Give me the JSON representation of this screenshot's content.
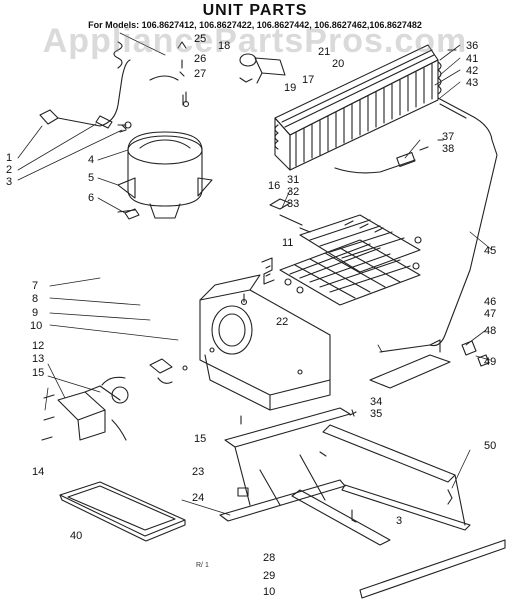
{
  "header": {
    "title": "UNIT PARTS",
    "models": "For Models: 106.8627412, 106.8627422, 106.8627442, 106.8627462,106.8627482"
  },
  "watermark": "AppliancePartsPros.com",
  "footer_mark": "R/ 1",
  "callouts": [
    {
      "id": "c1",
      "text": "1"
    },
    {
      "id": "c2",
      "text": "2"
    },
    {
      "id": "c3",
      "text": "3"
    },
    {
      "id": "c4",
      "text": "4"
    },
    {
      "id": "c5",
      "text": "5"
    },
    {
      "id": "c6",
      "text": "6"
    },
    {
      "id": "c7",
      "text": "7"
    },
    {
      "id": "c8",
      "text": "8"
    },
    {
      "id": "c9",
      "text": "9"
    },
    {
      "id": "c10a",
      "text": "10"
    },
    {
      "id": "c11",
      "text": "11"
    },
    {
      "id": "c12",
      "text": "12"
    },
    {
      "id": "c13",
      "text": "13"
    },
    {
      "id": "c14",
      "text": "14"
    },
    {
      "id": "c15a",
      "text": "15"
    },
    {
      "id": "c15b",
      "text": "15"
    },
    {
      "id": "c16",
      "text": "16"
    },
    {
      "id": "c17",
      "text": "17"
    },
    {
      "id": "c18",
      "text": "18"
    },
    {
      "id": "c19",
      "text": "19"
    },
    {
      "id": "c20",
      "text": "20"
    },
    {
      "id": "c21",
      "text": "21"
    },
    {
      "id": "c22",
      "text": "22"
    },
    {
      "id": "c23",
      "text": "23"
    },
    {
      "id": "c24",
      "text": "24"
    },
    {
      "id": "c25",
      "text": "25"
    },
    {
      "id": "c26",
      "text": "26"
    },
    {
      "id": "c27",
      "text": "27"
    },
    {
      "id": "c28",
      "text": "28"
    },
    {
      "id": "c29",
      "text": "29"
    },
    {
      "id": "c10b",
      "text": "10"
    },
    {
      "id": "c31",
      "text": "31"
    },
    {
      "id": "c32",
      "text": "32"
    },
    {
      "id": "c33",
      "text": "33"
    },
    {
      "id": "c34",
      "text": "34"
    },
    {
      "id": "c35",
      "text": "35"
    },
    {
      "id": "c36",
      "text": "36"
    },
    {
      "id": "c37",
      "text": "37"
    },
    {
      "id": "c38",
      "text": "38"
    },
    {
      "id": "c40",
      "text": "40"
    },
    {
      "id": "c41",
      "text": "41"
    },
    {
      "id": "c42",
      "text": "42"
    },
    {
      "id": "c43",
      "text": "43"
    },
    {
      "id": "c45",
      "text": "45"
    },
    {
      "id": "c46",
      "text": "46"
    },
    {
      "id": "c47",
      "text": "47"
    },
    {
      "id": "c48",
      "text": "48"
    },
    {
      "id": "c49",
      "text": "49"
    },
    {
      "id": "c50",
      "text": "50"
    },
    {
      "id": "c3b",
      "text": "3"
    }
  ]
}
